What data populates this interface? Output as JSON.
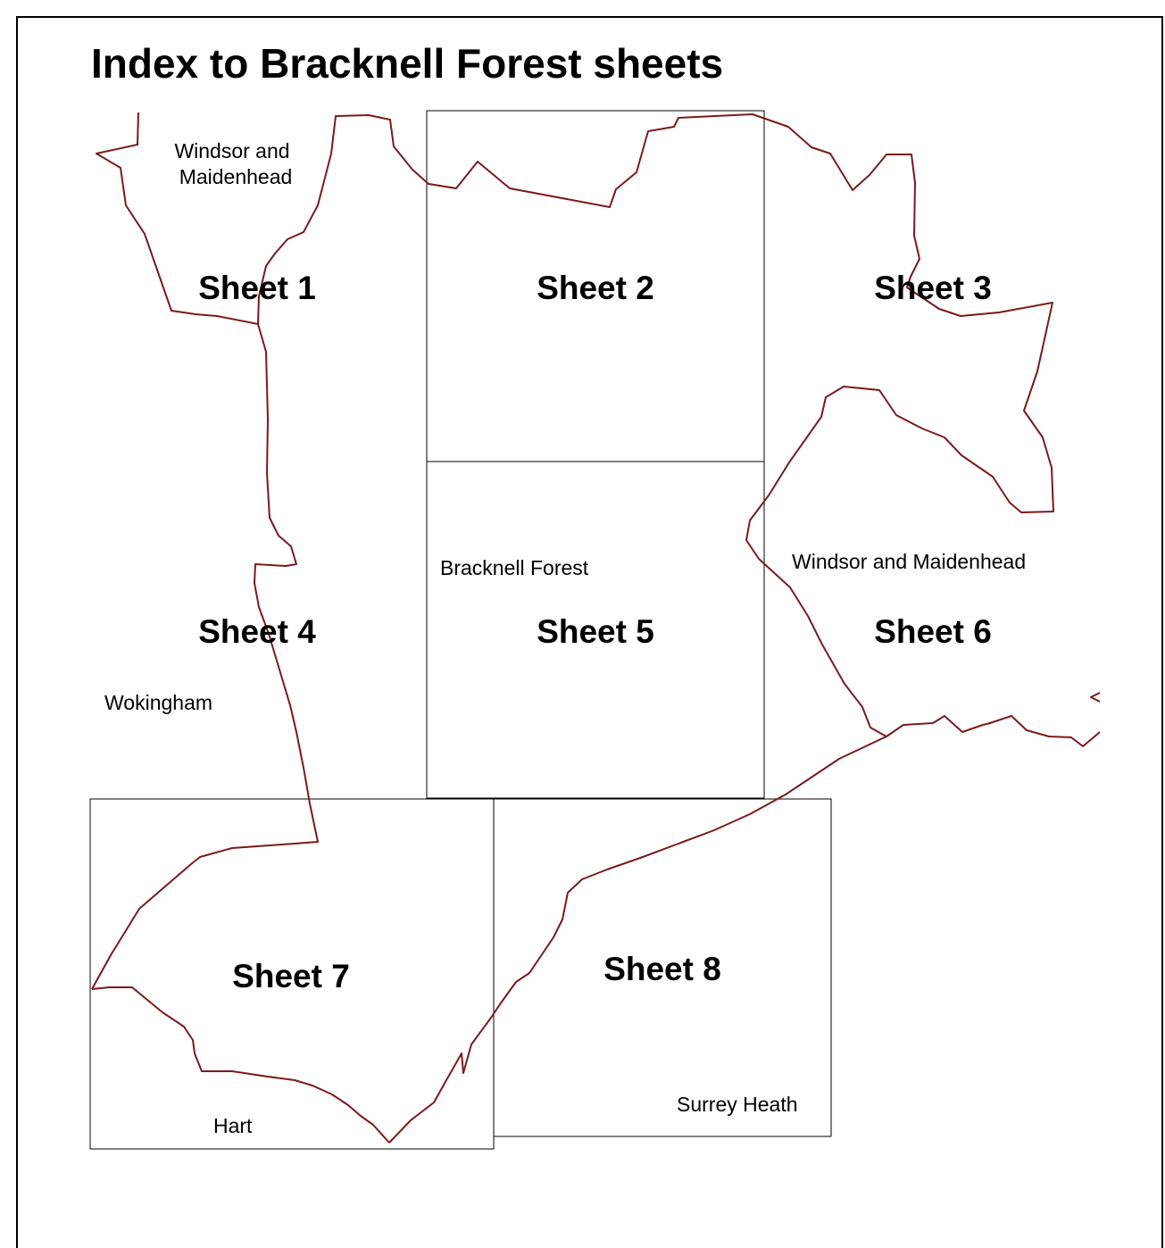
{
  "title": "Index to Bracknell Forest sheets",
  "colors": {
    "boundary": "#7a1a1a",
    "sheet_outline": "#000000"
  },
  "sheets": [
    {
      "label": "Sheet 1"
    },
    {
      "label": "Sheet 2"
    },
    {
      "label": "Sheet 3"
    },
    {
      "label": "Sheet 4"
    },
    {
      "label": "Sheet 5"
    },
    {
      "label": "Sheet 6"
    },
    {
      "label": "Sheet 7"
    },
    {
      "label": "Sheet 8"
    }
  ],
  "areas": {
    "windsor_maidenhead_north": [
      "Windsor and",
      "Maidenhead"
    ],
    "windsor_maidenhead_east": "Windsor and Maidenhead",
    "bracknell_forest": "Bracknell Forest",
    "wokingham": "Wokingham",
    "hart": "Hart",
    "surrey_heath": "Surrey Heath"
  }
}
